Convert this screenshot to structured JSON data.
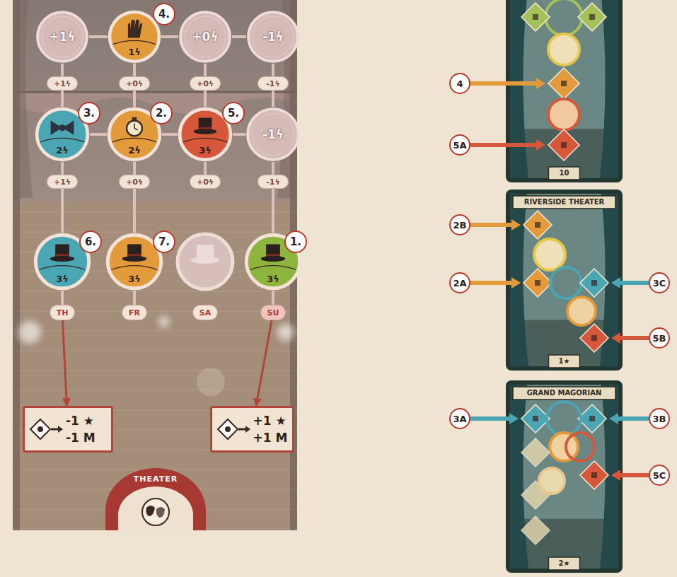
{
  "diagram": {
    "nodes": [
      {
        "text": [
          "+1ϟ"
        ]
      },
      {
        "text": [
          "1ϟ"
        ]
      },
      {
        "text": [
          "+0ϟ"
        ]
      },
      {
        "text": [
          "-1ϟ"
        ]
      },
      {
        "text": [
          "+1ϟ"
        ]
      },
      {
        "text": [
          "+0ϟ"
        ]
      },
      {
        "text": [
          "+0ϟ"
        ]
      },
      {
        "text": [
          "-1ϟ"
        ]
      },
      {
        "text": [
          "2ϟ"
        ]
      },
      {
        "text": [
          "2ϟ"
        ]
      },
      {
        "text": [
          "3ϟ"
        ]
      },
      {
        "text": [
          "-1ϟ"
        ]
      },
      {
        "text": [
          "+1ϟ"
        ]
      },
      {
        "text": [
          "+0ϟ"
        ]
      },
      {
        "text": [
          "+0ϟ"
        ]
      },
      {
        "text": [
          "-1ϟ"
        ]
      },
      {
        "text": [
          "3ϟ"
        ]
      },
      {
        "text": [
          "3ϟ"
        ]
      },
      {
        "text": [
          "3ϟ"
        ]
      },
      {
        "text": [
          "TH"
        ]
      },
      {
        "text": [
          "FR"
        ]
      },
      {
        "text": [
          "SA"
        ]
      },
      {
        "text": [
          "SU"
        ]
      },
      {
        "text": [
          "-1 ★",
          "-1 M"
        ]
      },
      {
        "text": [
          "+1 ★",
          "+1 M"
        ]
      },
      {
        "text": [
          "THEATER"
        ]
      },
      {
        "text": [
          "10"
        ]
      },
      {
        "text": [
          "RIVERSIDE THEATER",
          "1★"
        ]
      },
      {
        "text": [
          "GRAND MAGORIAN",
          "2★"
        ]
      }
    ],
    "edges": [
      {
        "from": 0,
        "to": 1,
        "arrow": "none"
      },
      {
        "from": 1,
        "to": 2,
        "arrow": "none"
      },
      {
        "from": 2,
        "to": 3,
        "arrow": "none"
      },
      {
        "from": 8,
        "to": 9,
        "arrow": "none"
      },
      {
        "from": 9,
        "to": 10,
        "arrow": "none"
      },
      {
        "from": 10,
        "to": 11,
        "arrow": "none"
      },
      {
        "from": 0,
        "to": 4,
        "arrow": "none"
      },
      {
        "from": 1,
        "to": 5,
        "arrow": "none"
      },
      {
        "from": 2,
        "to": 6,
        "arrow": "none"
      },
      {
        "from": 3,
        "to": 7,
        "arrow": "none"
      },
      {
        "from": 4,
        "to": 8,
        "arrow": "none"
      },
      {
        "from": 5,
        "to": 9,
        "arrow": "none"
      },
      {
        "from": 6,
        "to": 10,
        "arrow": "none"
      },
      {
        "from": 7,
        "to": 11,
        "arrow": "none"
      },
      {
        "from": 8,
        "to": 12,
        "arrow": "none"
      },
      {
        "from": 9,
        "to": 13,
        "arrow": "none"
      },
      {
        "from": 10,
        "to": 14,
        "arrow": "none"
      },
      {
        "from": 11,
        "to": 15,
        "arrow": "none"
      },
      {
        "from": 12,
        "to": 16,
        "arrow": "none"
      },
      {
        "from": 13,
        "to": 17,
        "arrow": "none"
      },
      {
        "from": 15,
        "to": 18,
        "arrow": "none"
      },
      {
        "from": 16,
        "to": 19,
        "arrow": "none"
      },
      {
        "from": 17,
        "to": 20,
        "arrow": "none"
      },
      {
        "from": 18,
        "to": 22,
        "arrow": "none"
      },
      {
        "from": 19,
        "to": 23,
        "arrow": "to"
      },
      {
        "from": 22,
        "to": 24,
        "arrow": "to"
      }
    ],
    "labels": [
      "4.",
      "3.",
      "2.",
      "5.",
      "6.",
      "7.",
      "1.",
      "4",
      "5A",
      "2B",
      "2A",
      "3C",
      "5B",
      "3A",
      "3B",
      "5C"
    ]
  }
}
